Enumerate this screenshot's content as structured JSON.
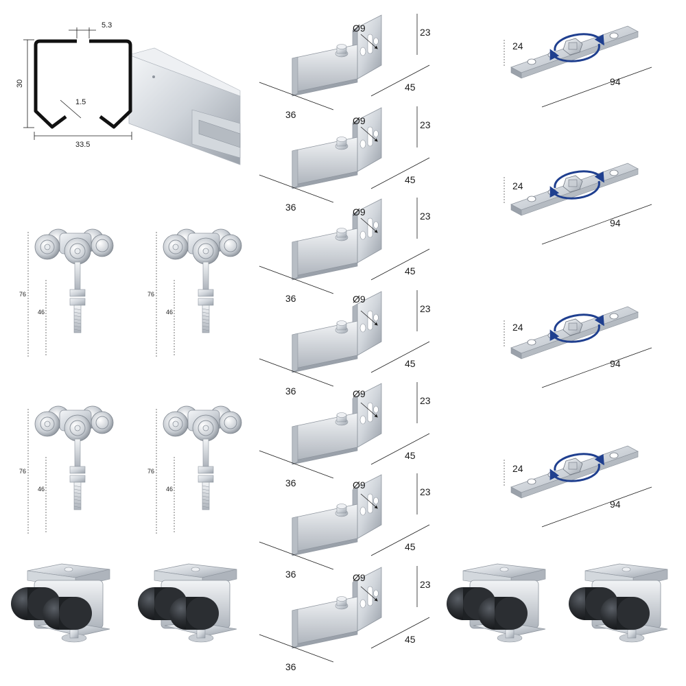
{
  "colors": {
    "metal_light": "#e6e9ed",
    "metal_mid": "#c3c8cf",
    "metal_dark": "#8d949d",
    "rubber": "#2a2d31",
    "arrow_blue": "#1f3f8f",
    "profile_black": "#111111",
    "background": "#ffffff"
  },
  "rail_profile": {
    "dims": {
      "width": "33.5",
      "height": "30",
      "gap": "5.3",
      "lip": "1.5"
    },
    "icon": "c-profile-rail"
  },
  "trolleys": {
    "icon": "four-wheel-trolley",
    "items": [
      {
        "overall": "76",
        "stem": "46"
      },
      {
        "overall": "76",
        "stem": "46"
      },
      {
        "overall": "76",
        "stem": "46"
      },
      {
        "overall": "76",
        "stem": "46"
      }
    ]
  },
  "wall_brackets": {
    "icon": "angle-bracket",
    "items": [
      {
        "hole": "Ø9",
        "height": "23",
        "depth": "45",
        "width": "36"
      },
      {
        "hole": "Ø9",
        "height": "23",
        "depth": "45",
        "width": "36"
      },
      {
        "hole": "Ø9",
        "height": "23",
        "depth": "45",
        "width": "36"
      },
      {
        "hole": "Ø9",
        "height": "23",
        "depth": "45",
        "width": "36"
      },
      {
        "hole": "Ø9",
        "height": "23",
        "depth": "45",
        "width": "36"
      },
      {
        "hole": "Ø9",
        "height": "23",
        "depth": "45",
        "width": "36"
      },
      {
        "hole": "Ø9",
        "height": "23",
        "depth": "45",
        "width": "36"
      }
    ]
  },
  "mounting_plates": {
    "icon": "rotating-mount-plate",
    "items": [
      {
        "width": "24",
        "length": "94"
      },
      {
        "width": "24",
        "length": "94"
      },
      {
        "width": "24",
        "length": "94"
      },
      {
        "width": "24",
        "length": "94"
      }
    ]
  },
  "end_stops": {
    "icon": "rubber-buffer-stop",
    "count": 4
  }
}
